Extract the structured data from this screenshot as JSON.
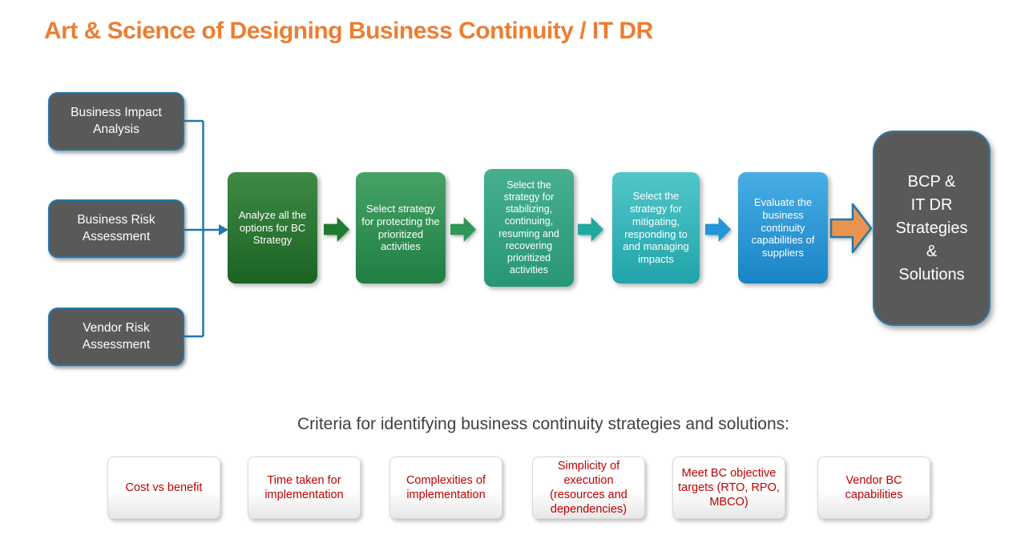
{
  "title": "Art & Science of Designing Business Continuity / IT DR",
  "colors": {
    "title_orange": "#ED7D31",
    "input_box_gray": "#595959",
    "connector_blue": "#1E78AC",
    "step1_green": "#1C6323",
    "step2_green": "#1F7F44",
    "step3_seagreen": "#279677",
    "step4_teal": "#20A4AA",
    "step5_blue": "#1984C6",
    "big_arrow_orange": "#E8944F",
    "result_gray": "#595959",
    "criteria_red": "#C00000"
  },
  "inputs": [
    {
      "label": "Business Impact Analysis"
    },
    {
      "label": "Business Risk Assessment"
    },
    {
      "label": "Vendor Risk Assessment"
    }
  ],
  "flow": {
    "steps": [
      {
        "label": "Analyze all the options for BC Strategy"
      },
      {
        "label": "Select strategy for protecting the prioritized activities"
      },
      {
        "label": "Select the strategy for stabilizing, continuing, resuming and recovering prioritized activities"
      },
      {
        "label": "Select the strategy for mitigating, responding to and managing impacts"
      },
      {
        "label": "Evaluate the business continuity capabilities of suppliers"
      }
    ],
    "result": "BCP &\nIT DR\nStrategies\n&\nSolutions"
  },
  "criteria": {
    "heading": "Criteria for identifying business continuity strategies and solutions:",
    "items": [
      "Cost vs benefit",
      "Time taken for implementation",
      "Complexities of implementation",
      "Simplicity of execution (resources and dependencies)",
      "Meet BC objective targets (RTO, RPO, MBCO)",
      "Vendor BC capabilities"
    ]
  }
}
